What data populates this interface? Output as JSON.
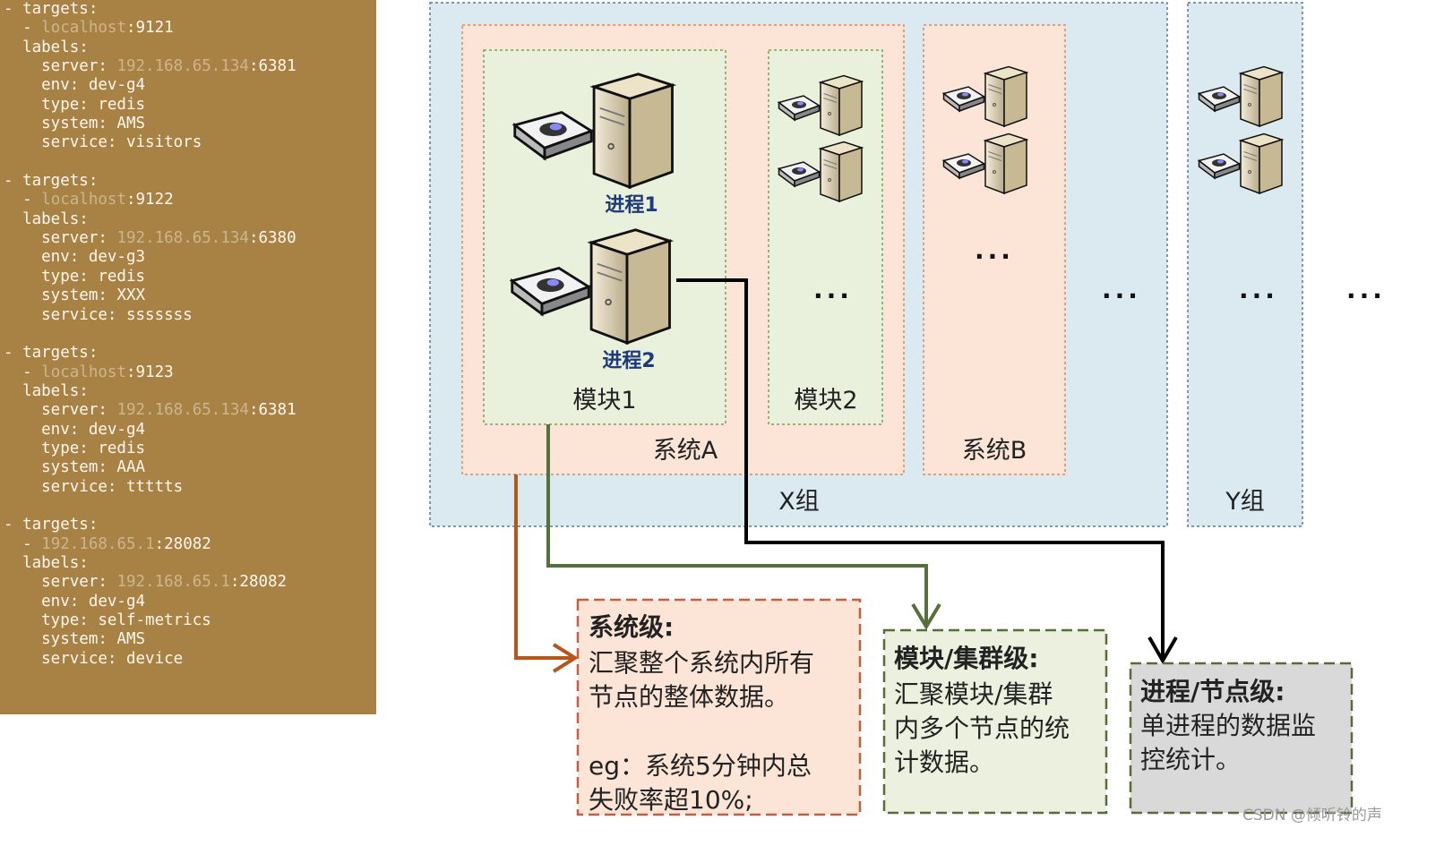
{
  "code_panel": {
    "lines": [
      {
        "pre": "- targets:",
        "dim": "",
        "post": ""
      },
      {
        "pre": "  - ",
        "dim": "localhost",
        "post": ":9121"
      },
      {
        "pre": "  labels:",
        "dim": "",
        "post": ""
      },
      {
        "pre": "    server: ",
        "dim": "192.168.65.134",
        "post": ":6381"
      },
      {
        "pre": "    env: dev-g4",
        "dim": "",
        "post": ""
      },
      {
        "pre": "    type: redis",
        "dim": "",
        "post": ""
      },
      {
        "pre": "    system: AMS",
        "dim": "",
        "post": ""
      },
      {
        "pre": "    service: visitors",
        "dim": "",
        "post": ""
      },
      {
        "pre": "",
        "dim": "",
        "post": ""
      },
      {
        "pre": "- targets:",
        "dim": "",
        "post": ""
      },
      {
        "pre": "  - ",
        "dim": "localhost",
        "post": ":9122"
      },
      {
        "pre": "  labels:",
        "dim": "",
        "post": ""
      },
      {
        "pre": "    server: ",
        "dim": "192.168.65.134",
        "post": ":6380"
      },
      {
        "pre": "    env: dev-g3",
        "dim": "",
        "post": ""
      },
      {
        "pre": "    type: redis",
        "dim": "",
        "post": ""
      },
      {
        "pre": "    system: XXX",
        "dim": "",
        "post": ""
      },
      {
        "pre": "    service: sssssss",
        "dim": "",
        "post": ""
      },
      {
        "pre": "",
        "dim": "",
        "post": ""
      },
      {
        "pre": "- targets:",
        "dim": "",
        "post": ""
      },
      {
        "pre": "  - ",
        "dim": "localhost",
        "post": ":9123"
      },
      {
        "pre": "  labels:",
        "dim": "",
        "post": ""
      },
      {
        "pre": "    server: ",
        "dim": "192.168.65.134",
        "post": ":6381"
      },
      {
        "pre": "    env: dev-g4",
        "dim": "",
        "post": ""
      },
      {
        "pre": "    type: redis",
        "dim": "",
        "post": ""
      },
      {
        "pre": "    system: AAA",
        "dim": "",
        "post": ""
      },
      {
        "pre": "    service: ttttts",
        "dim": "",
        "post": ""
      },
      {
        "pre": "",
        "dim": "",
        "post": ""
      },
      {
        "pre": "- targets:",
        "dim": "",
        "post": ""
      },
      {
        "pre": "  - ",
        "dim": "192.168.65.1",
        "post": ":28082"
      },
      {
        "pre": "  labels:",
        "dim": "",
        "post": ""
      },
      {
        "pre": "    server: ",
        "dim": "192.168.65.1",
        "post": ":28082"
      },
      {
        "pre": "    env: dev-g4",
        "dim": "",
        "post": ""
      },
      {
        "pre": "    type: self-metrics",
        "dim": "",
        "post": ""
      },
      {
        "pre": "    system: AMS",
        "dim": "",
        "post": ""
      },
      {
        "pre": "    service: device",
        "dim": "",
        "post": ""
      }
    ]
  },
  "diagram": {
    "group_x": "X组",
    "group_y": "Y组",
    "system_a": "系统A",
    "system_b": "系统B",
    "module_1": "模块1",
    "module_2": "模块2",
    "process_1": "进程1",
    "process_2": "进程2",
    "ellipsis": "···"
  },
  "levels": {
    "system": {
      "title": "系统级:",
      "lines": [
        "汇聚整个系统内所有",
        "节点的整体数据。",
        "",
        "eg：系统5分钟内总",
        "失败率超10%;"
      ]
    },
    "module": {
      "title": "模块/集群级:",
      "lines": [
        "汇聚模块/集群",
        "内多个节点的统",
        "计数据。"
      ]
    },
    "process": {
      "title": "进程/节点级:",
      "lines": [
        "单进程的数据监",
        "控统计。"
      ]
    }
  },
  "watermark": "CSDN @倾听铃的声",
  "colors": {
    "code_bg": "#a88245",
    "group_bg": "#daeaf0",
    "system_bg": "#fce4d6",
    "module_bg": "#e9f0dc",
    "system_arrow": "#b5561a",
    "module_arrow": "#55703a",
    "process_arrow": "#000000"
  }
}
